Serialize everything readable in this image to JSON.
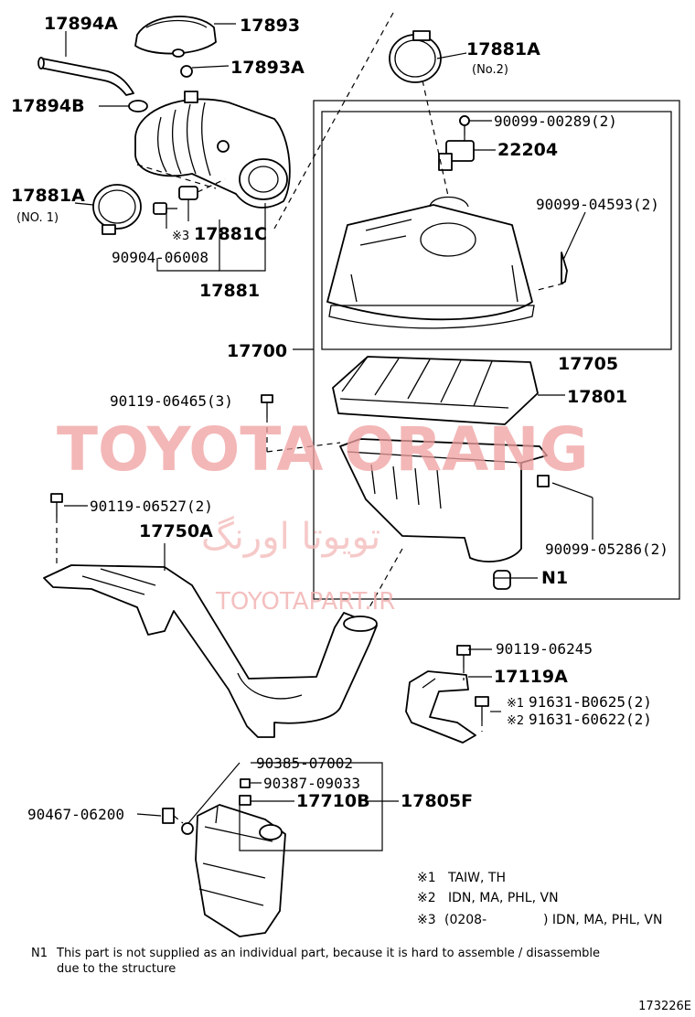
{
  "parts": {
    "p17894A": "17894A",
    "p17893": "17893",
    "p17893A": "17893A",
    "p17894B": "17894B",
    "p17881A_1": "17881A",
    "p17881A_1_sub": "(NO. 1)",
    "p17881C": "17881C",
    "p90904": "90904-06008",
    "p17881": "17881",
    "p17881A_2": "17881A",
    "p17881A_2_sub": "(No.2)",
    "p90099_00289": "90099-00289(2)",
    "p22204": "22204",
    "p90099_04593": "90099-04593(2)",
    "p17700": "17700",
    "p17705": "17705",
    "p90119_06465": "90119-06465(3)",
    "p17801": "17801",
    "p90119_06527": "90119-06527(2)",
    "p17750A": "17750A",
    "p90099_05286": "90099-05286(2)",
    "pN1": "N1",
    "p90119_06245": "90119-06245",
    "p17119A": "17119A",
    "p91631_B0625": "91631-B0625(2)",
    "p91631_60622": "91631-60622(2)",
    "p90385": "90385-07002",
    "p90387": "90387-09033",
    "p17710B": "17710B",
    "p17805F": "17805F",
    "p90467": "90467-06200"
  },
  "marks": {
    "m3": "※3",
    "m1": "※1",
    "m2": "※2"
  },
  "legend": {
    "l1_mark": "※1",
    "l1_text": "TAIW, TH",
    "l2_mark": "※2",
    "l2_text": "IDN, MA, PHL, VN",
    "l3_mark": "※3",
    "l3_text_a": "(0208-",
    "l3_text_b": ") IDN, MA, PHL, VN"
  },
  "footnote": {
    "n1_label": "N1",
    "line1": "This part is not supplied as an individual part, because it is hard to assemble / disassemble",
    "line2": "due to the structure"
  },
  "figure_id": "173226E",
  "watermark": {
    "main": "TOYOTA ORANG",
    "persian": "تویوتا اورنگ",
    "site": "TOYOTAPART.IR",
    "color": "#f0a0a0"
  }
}
